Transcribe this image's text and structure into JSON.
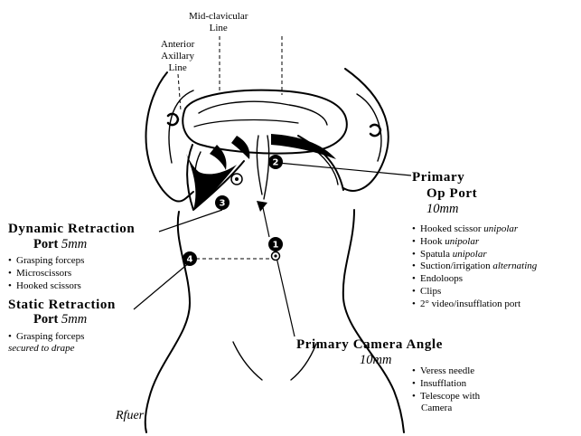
{
  "guides": {
    "mid_clavicular": [
      "Mid-clavicular",
      "Line"
    ],
    "anterior_axillary": [
      "Anterior",
      "Axillary",
      "Line"
    ]
  },
  "ports": [
    {
      "number": "1"
    },
    {
      "number": "2"
    },
    {
      "number": "3"
    },
    {
      "number": "4"
    }
  ],
  "primary_op_port": {
    "title_line1": "Primary",
    "title_line2": "Op Port",
    "size": "10mm",
    "items": [
      {
        "text": "Hooked scissor ",
        "note": "unipolar"
      },
      {
        "text": "Hook ",
        "note": "unipolar"
      },
      {
        "text": "Spatula ",
        "note": "unipolar"
      },
      {
        "text": "Suction/irrigation ",
        "note": "alternating"
      },
      {
        "text": "Endoloops",
        "note": ""
      },
      {
        "text": "Clips",
        "note": ""
      },
      {
        "text": "2° video/insufflation port",
        "note": ""
      }
    ]
  },
  "dynamic_retraction": {
    "title": "Dynamic Retraction",
    "port_label": "Port",
    "size": "5mm",
    "items": [
      "Grasping forceps",
      "Microscissors",
      "Hooked scissors"
    ]
  },
  "static_retraction": {
    "title": "Static Retraction",
    "port_label": "Port",
    "size": "5mm",
    "items": [
      "Grasping forceps"
    ],
    "note": "secured to drape"
  },
  "primary_camera": {
    "title": "Primary Camera Angle",
    "size": "10mm",
    "items": [
      "Veress needle",
      "Insufflation",
      "Telescope with"
    ],
    "item_continuation": "Camera"
  },
  "signature": "Rfuer"
}
